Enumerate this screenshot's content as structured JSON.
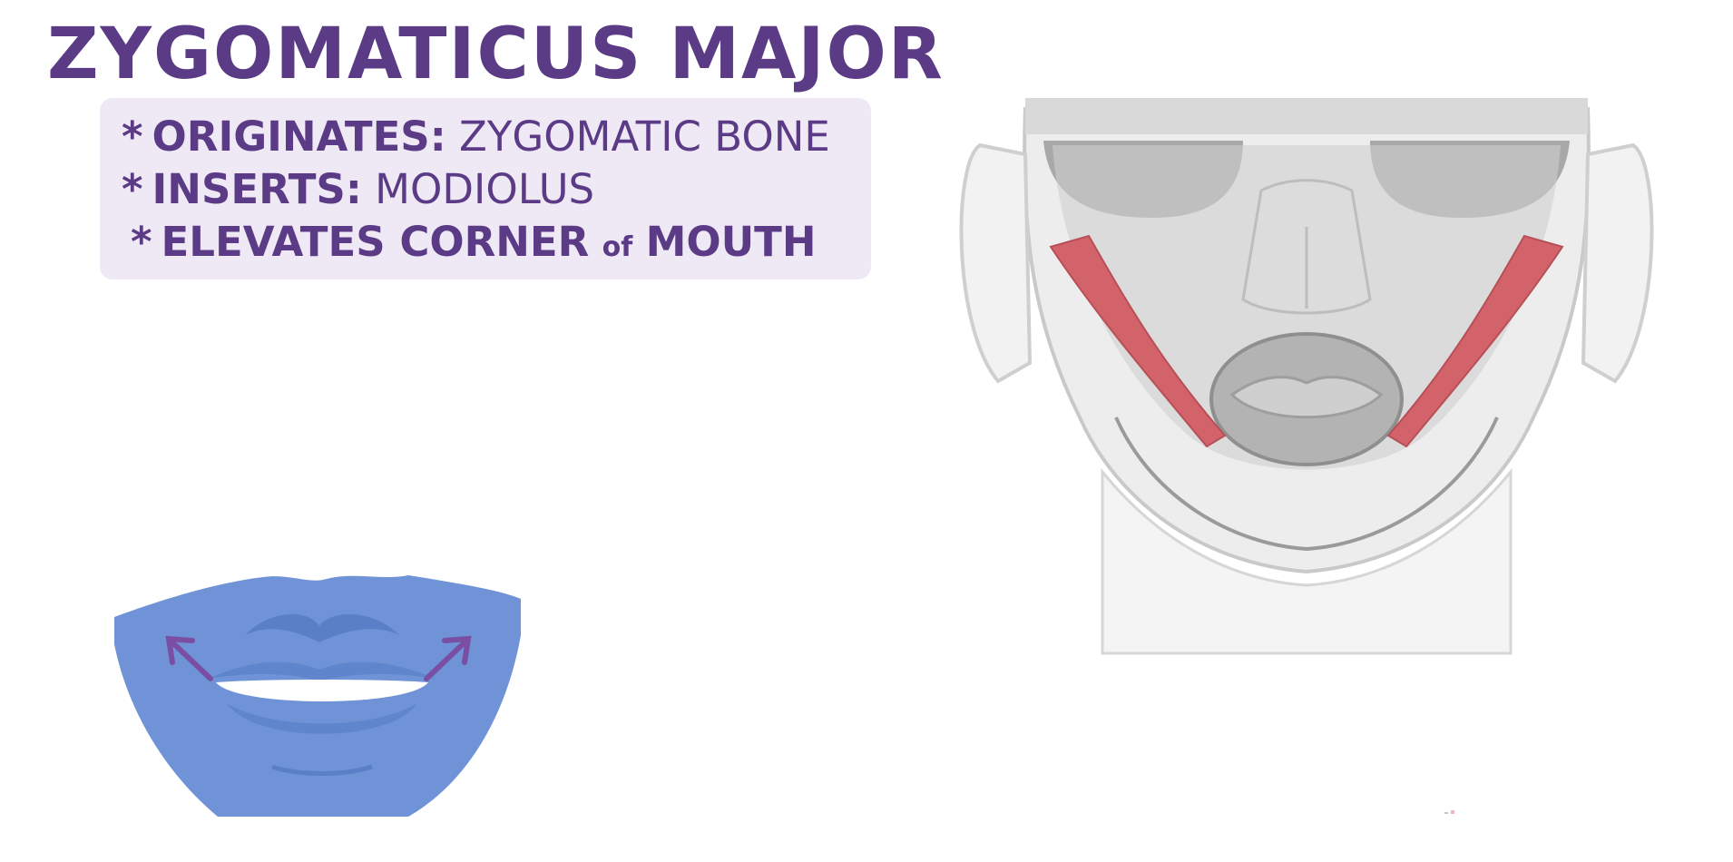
{
  "title": "ZYGOMATICUS MAJOR",
  "notes": {
    "originates": {
      "bullet": "*",
      "key": "ORIGINATES:",
      "value": "ZYGOMATIC BONE"
    },
    "inserts": {
      "bullet": "*",
      "key": "INSERTS:",
      "value": "MODIOLUS"
    },
    "action": {
      "bullet": "*",
      "part1": "ELEVATES CORNER",
      "connector": "of",
      "part2": "MOUTH"
    }
  },
  "colors": {
    "text": "#5b3a86",
    "note_box": "#efe9f6",
    "mouth_blue": "#6f93d6",
    "arrow": "#7a4ea3",
    "muscle": "#d2636a",
    "skull_gray": "#bdbdbd"
  }
}
